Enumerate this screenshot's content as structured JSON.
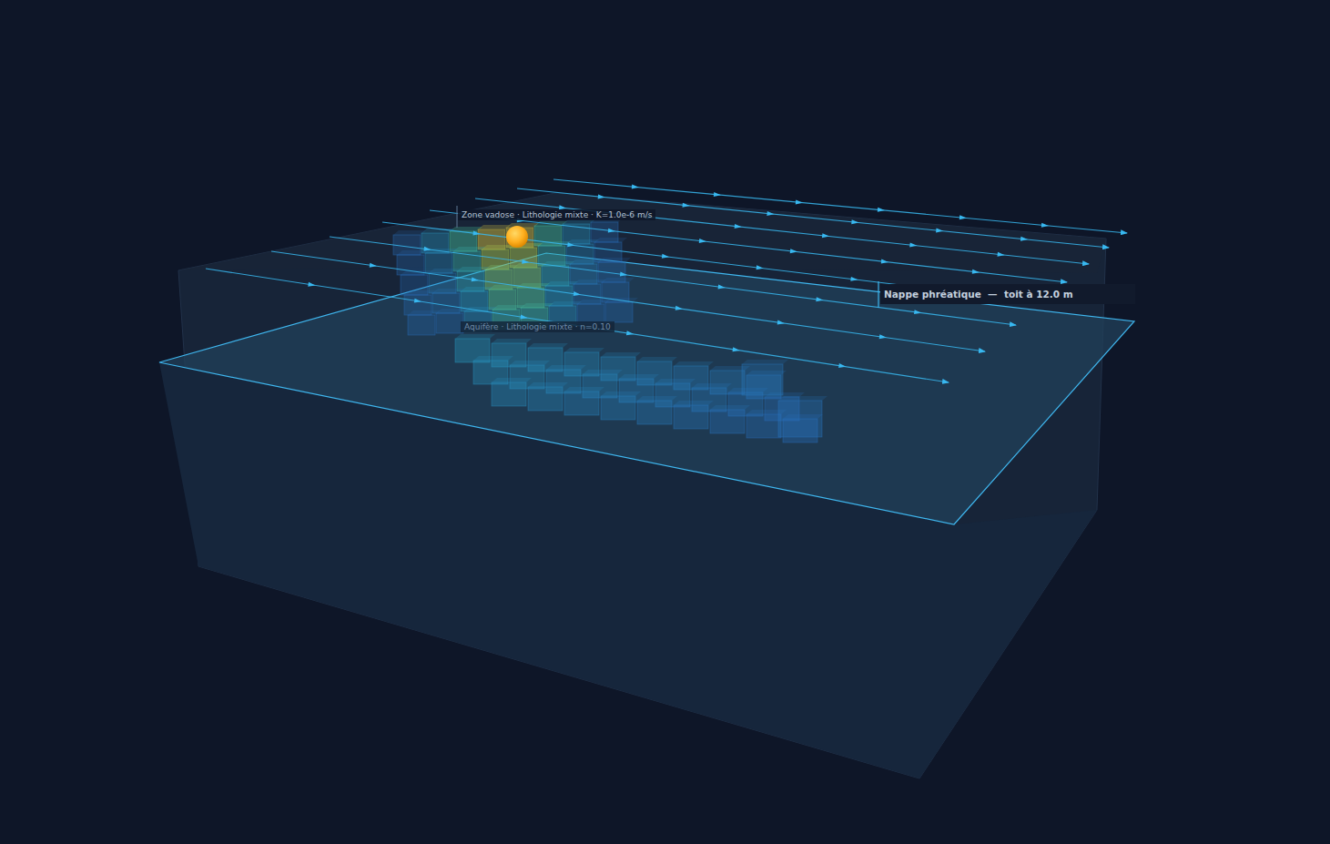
{
  "diagram": {
    "labels": [
      "Zone vadose · Lithologie mixte · K=1.0e-6 m/s",
      "Nappe phréatique  —  toit à 12.0 m",
      "Aquifère · Lithologie mixte · n=0.10"
    ]
  }
}
